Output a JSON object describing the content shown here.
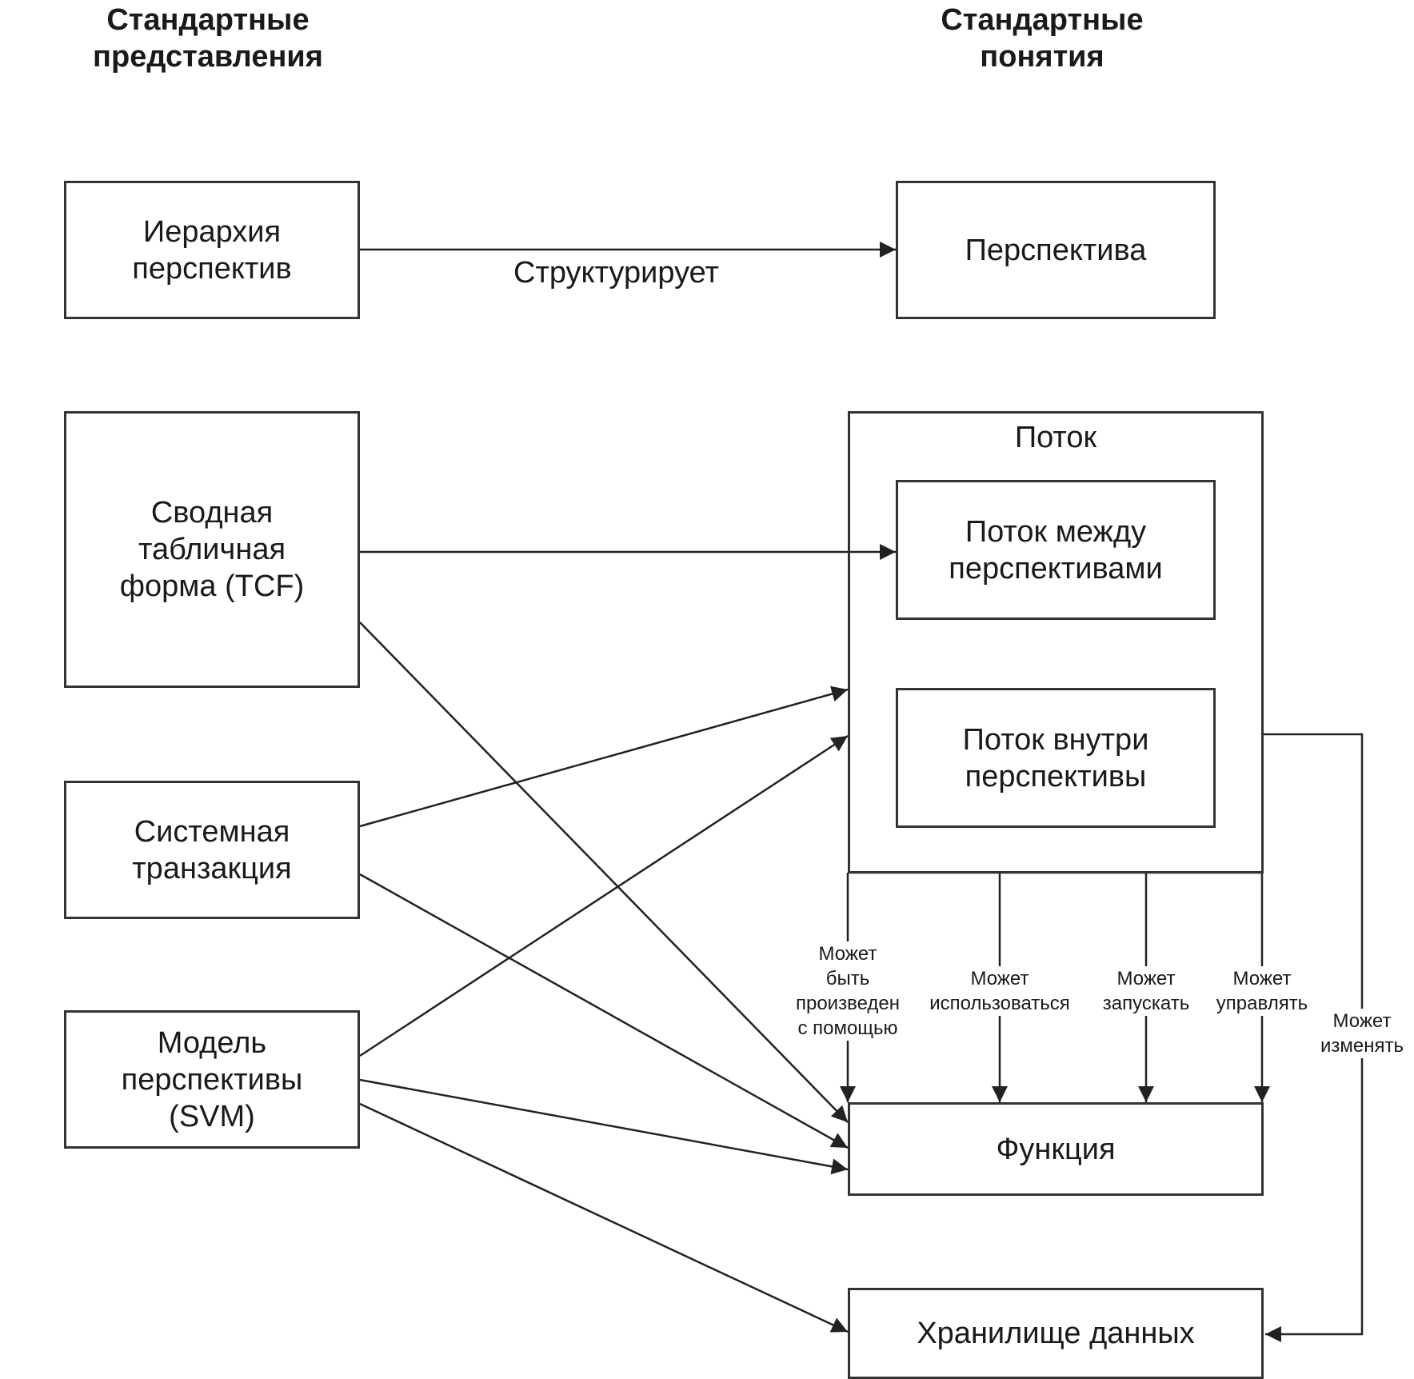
{
  "headers": {
    "left": [
      "Стандартные",
      "представления"
    ],
    "right": [
      "Стандартные",
      "понятия"
    ]
  },
  "left_boxes": {
    "hierarchy": [
      "Иерархия",
      "перспектив"
    ],
    "tcf": [
      "Сводная",
      "табличная",
      "форма (TCF)"
    ],
    "system_transaction": [
      "Системная",
      "транзакция"
    ],
    "svm": [
      "Модель",
      "перспективы",
      "(SVM)"
    ]
  },
  "right_boxes": {
    "perspective": "Перспектива",
    "flow": "Поток",
    "flow_between": [
      "Поток между",
      "перспективами"
    ],
    "flow_within": [
      "Поток внутри",
      "перспективы"
    ],
    "function": "Функция",
    "data_store": "Хранилище данных"
  },
  "edge_labels": {
    "structures": "Структурирует",
    "produced_by": [
      "Может",
      "быть",
      "произведен",
      "с помощью"
    ],
    "used": [
      "Может",
      "использоваться"
    ],
    "launch": [
      "Может",
      "запускать"
    ],
    "control": [
      "Может",
      "управлять"
    ],
    "change": [
      "Может",
      "изменять"
    ]
  }
}
